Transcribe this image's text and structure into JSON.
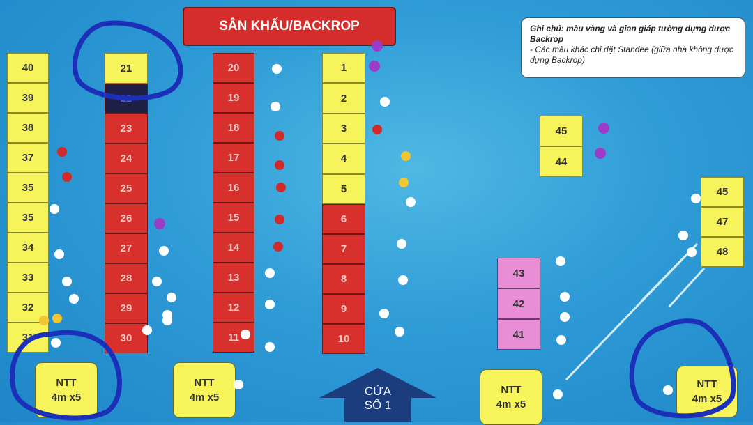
{
  "stage": {
    "label": "SÂN KHẤU/BACKROP"
  },
  "note": {
    "line1": "Ghi chú: màu vàng và  gian giáp tường dựng được Backrop",
    "line2": "- Các màu khác chỉ đặt Standee (giữa nhà không được dựng Backrop)"
  },
  "columns": {
    "left_wall": [
      "40",
      "39",
      "38",
      "37",
      "35",
      "35",
      "34",
      "33",
      "32",
      "31"
    ],
    "col_a_top": "21",
    "col_a": [
      "22",
      "23",
      "24",
      "25",
      "26",
      "27",
      "28",
      "29",
      "30"
    ],
    "col_b": [
      "20",
      "19",
      "18",
      "17",
      "16",
      "15",
      "14",
      "13",
      "12",
      "11"
    ],
    "col_c_yellow": [
      "1",
      "2",
      "3",
      "4",
      "5"
    ],
    "col_c_red": [
      "6",
      "7",
      "8",
      "9",
      "10"
    ],
    "pink": [
      "43",
      "42",
      "41"
    ],
    "right_small": [
      "45",
      "44"
    ],
    "right_wall": [
      "45",
      "47",
      "48"
    ]
  },
  "ntt": [
    {
      "line1": "NTT",
      "line2": "4m x5"
    },
    {
      "line1": "NTT",
      "line2": "4m x5"
    },
    {
      "line1": "NTT",
      "line2": "4m x5"
    },
    {
      "line1": "NTT",
      "line2": "4m x5"
    }
  ],
  "exit": {
    "line1": "CỬA",
    "line2": "SỐ 1"
  },
  "colors": {
    "yellow": "#f6f45a",
    "red": "#d8302c",
    "pink": "#e98ed6",
    "background": "#2e9bd6",
    "dot_white": "#ffffff",
    "dot_red": "#d02a2a",
    "dot_purple": "#9b3cc8",
    "dot_yellow": "#f2c531",
    "marker_blue": "#1b2fb8"
  }
}
